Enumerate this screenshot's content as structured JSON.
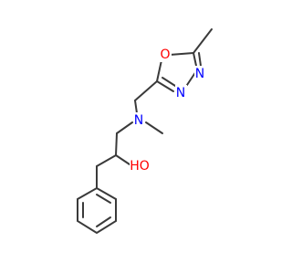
{
  "atoms": {
    "O_ring": {
      "text": "O",
      "color": "#ff0000"
    },
    "N_ring_1": {
      "text": "N",
      "color": "#0000ff"
    },
    "N_ring_2": {
      "text": "N",
      "color": "#0000ff"
    },
    "N_amine": {
      "text": "N",
      "color": "#0000ff"
    },
    "OH": {
      "text": "HO",
      "color": "#ff0000"
    }
  }
}
